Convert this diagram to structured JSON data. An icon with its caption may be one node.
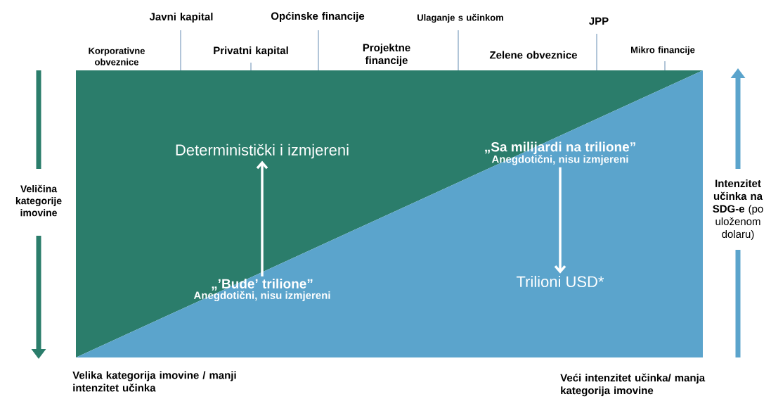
{
  "diagram": {
    "nodes": [
      {
        "text": [
          "Deterministički i izmjereni"
        ]
      },
      {
        "text": [
          "„’Bude’ trilione”",
          "Anegdotični, nisu izmjereni"
        ]
      },
      {
        "text": [
          "„Sa milijardi na trilione”",
          "Anegdotični, nisu izmjereni"
        ]
      },
      {
        "text": [
          "Trilioni USD*"
        ]
      }
    ],
    "edges": [
      {
        "from": 1,
        "to": 0,
        "arrow": "to"
      },
      {
        "from": 2,
        "to": 3,
        "arrow": "to"
      }
    ],
    "labels": [
      "Javni kapital",
      "Općinske financije",
      "Ulaganje s učinkom",
      "JPP",
      "Korporativne obveznice",
      "Privatni kapital",
      "Projektne financije",
      "Zelene obveznice",
      "Mikro financije",
      "Veličina kategorije imovine",
      "**Intenzitet učinka na SDG-e** (po uloženom dolaru)",
      "Velika kategorija imovine / manji intenzitet učinka",
      "Veći intenzitet učinka/ manja kategorija imovine"
    ]
  }
}
